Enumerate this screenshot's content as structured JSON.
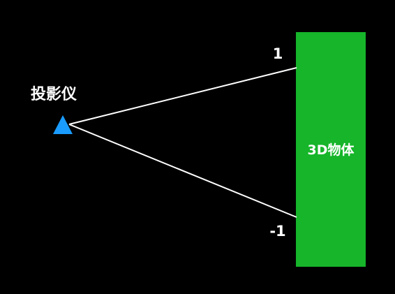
{
  "colors": {
    "background": "#000000",
    "projector": "#1a9cff",
    "object": "#16b52a",
    "ray": "#ffffff",
    "text": "#ffffff"
  },
  "projector": {
    "label": "投影仪",
    "icon": "triangle-icon"
  },
  "object": {
    "label": "3D物体"
  },
  "rays": {
    "top_label": "1",
    "bottom_label": "-1"
  }
}
